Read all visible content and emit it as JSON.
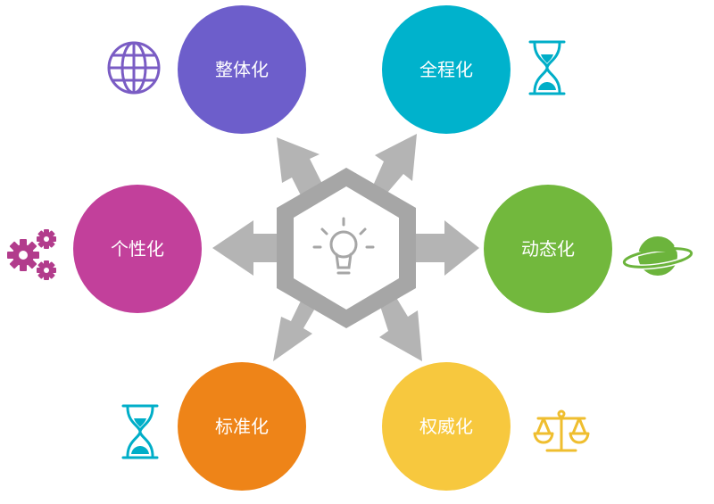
{
  "center": {
    "icon": "lightbulb-icon",
    "hex_color": "#a6a6a6",
    "arrow_color": "#b4b4b4"
  },
  "nodes": [
    {
      "id": "holistic",
      "label": "整体化",
      "color": "#6d5ecb",
      "icon": "globe-icon",
      "icon_color": "#7a5cc4"
    },
    {
      "id": "whole-process",
      "label": "全程化",
      "color": "#00b2cc",
      "icon": "hourglass-icon",
      "icon_color": "#00aec8"
    },
    {
      "id": "personalized",
      "label": "个性化",
      "color": "#c2409b",
      "icon": "gears-icon",
      "icon_color": "#b23c8c"
    },
    {
      "id": "dynamic",
      "label": "动态化",
      "color": "#72b83d",
      "icon": "planet-icon",
      "icon_color": "#6cb43c"
    },
    {
      "id": "standardized",
      "label": "标准化",
      "color": "#ee8418",
      "icon": "hourglass-icon",
      "icon_color": "#00aec8"
    },
    {
      "id": "authoritative",
      "label": "权威化",
      "color": "#f7c83e",
      "icon": "scales-icon",
      "icon_color": "#efbe2f"
    }
  ]
}
